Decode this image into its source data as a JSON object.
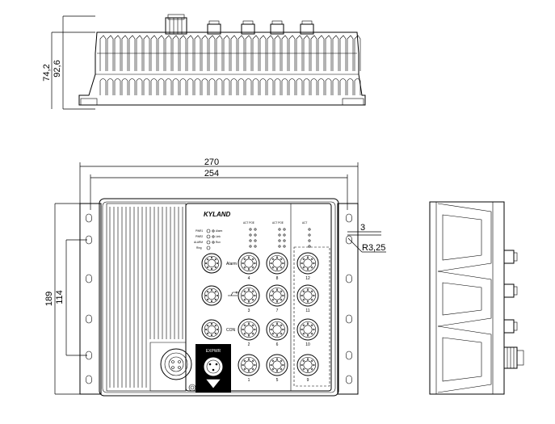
{
  "dimensions": {
    "height_total": "92,6",
    "height_body": "74,2",
    "width_total": "270",
    "width_inner": "254",
    "depth_total": "189",
    "depth_mount": "114",
    "offset": "3",
    "radius": "R3,25"
  },
  "panel": {
    "logo": "KYLAND",
    "group_labels": [
      "ACT POE",
      "ACT POE",
      "ACT"
    ],
    "led_left": [
      "PWR1",
      "PWR2",
      "ALARM",
      "Ring"
    ],
    "led_right": [
      "Alarm",
      "Link",
      "Run"
    ],
    "side_labels": [
      "Alarm",
      "CON"
    ],
    "power_label": "EXPWR",
    "port_numbers": [
      "4",
      "8",
      "12",
      "3",
      "7",
      "11",
      "2",
      "6",
      "10",
      "1",
      "5",
      "9"
    ]
  },
  "icons": [
    "heatsink-fins-icon",
    "m12-connector-icon",
    "ground-symbol-icon",
    "usb-symbol-icon"
  ]
}
